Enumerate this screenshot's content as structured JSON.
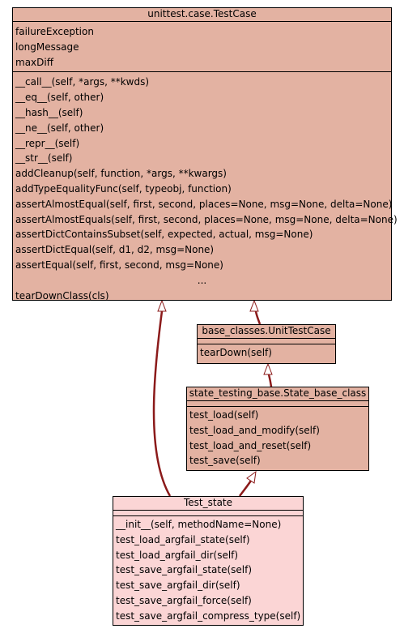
{
  "classes": {
    "testcase": {
      "title": "unittest.case.TestCase",
      "attributes": [
        "failureException",
        "longMessage",
        "maxDiff"
      ],
      "methods": [
        "__call__(self, *args, **kwds)",
        "__eq__(self, other)",
        "__hash__(self)",
        "__ne__(self, other)",
        "__repr__(self)",
        "__str__(self)",
        "addCleanup(self, function, *args, **kwargs)",
        "addTypeEqualityFunc(self, typeobj, function)",
        "assertAlmostEqual(self, first, second, places=None, msg=None, delta=None)",
        "assertAlmostEquals(self, first, second, places=None, msg=None, delta=None)",
        "assertDictContainsSubset(self, expected, actual, msg=None)",
        "assertDictEqual(self, d1, d2, msg=None)",
        "assertEqual(self, first, second, msg=None)",
        "...",
        "tearDownClass(cls)"
      ]
    },
    "unittestcase": {
      "title": "base_classes.UnitTestCase",
      "methods": [
        "tearDown(self)"
      ]
    },
    "state_base": {
      "title": "state_testing_base.State_base_class",
      "methods": [
        "test_load(self)",
        "test_load_and_modify(self)",
        "test_load_and_reset(self)",
        "test_save(self)"
      ]
    },
    "test_state": {
      "title": "Test_state",
      "methods": [
        "__init__(self, methodName=None)",
        "test_load_argfail_state(self)",
        "test_load_argfail_dir(self)",
        "test_save_argfail_state(self)",
        "test_save_argfail_dir(self)",
        "test_save_argfail_force(self)",
        "test_save_argfail_compress_type(self)"
      ]
    }
  },
  "colors": {
    "class_fill": "#e3b2a2",
    "focus_fill": "#fbd5d5",
    "edge": "#8b1a1a"
  }
}
